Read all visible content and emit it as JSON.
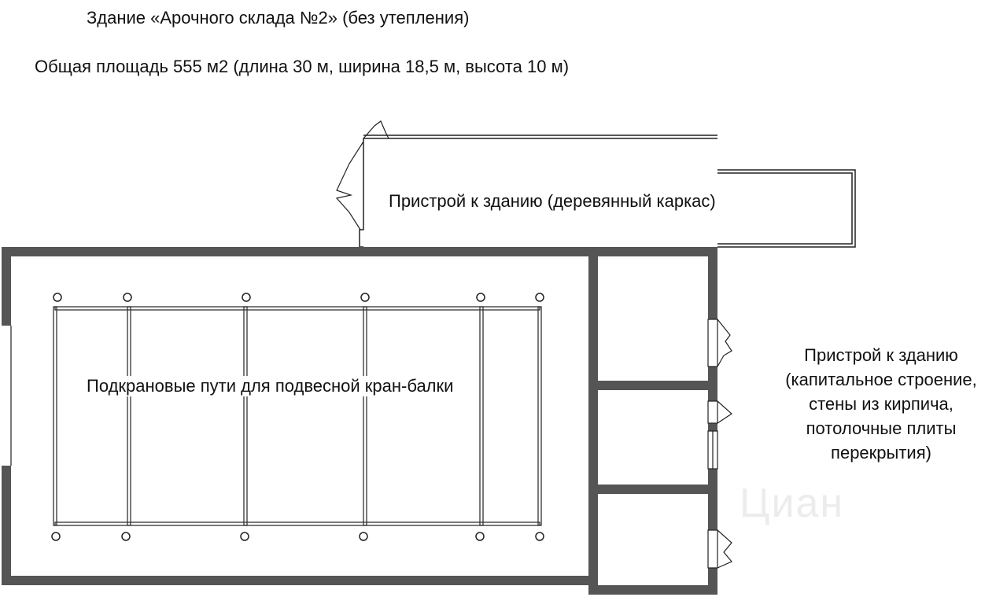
{
  "title": "Здание «Арочного склада №2» (без утепления)",
  "subtitle": "Общая площадь 555 м2 (длина 30 м, ширина 18,5 м, высота 10 м)",
  "labels": {
    "wood_annex": "Пристрой к зданию (деревянный каркас)",
    "crane": "Подкрановые пути для подвесной кран-балки",
    "brick_annex_lines": [
      "Пристрой к зданию",
      "(капитальное строение,",
      "стены из кирпича,",
      "потолочные плиты",
      "перекрытия)"
    ]
  },
  "colors": {
    "wall": "#555555",
    "line": "#222222",
    "text": "#111111"
  },
  "watermark": "Циан"
}
